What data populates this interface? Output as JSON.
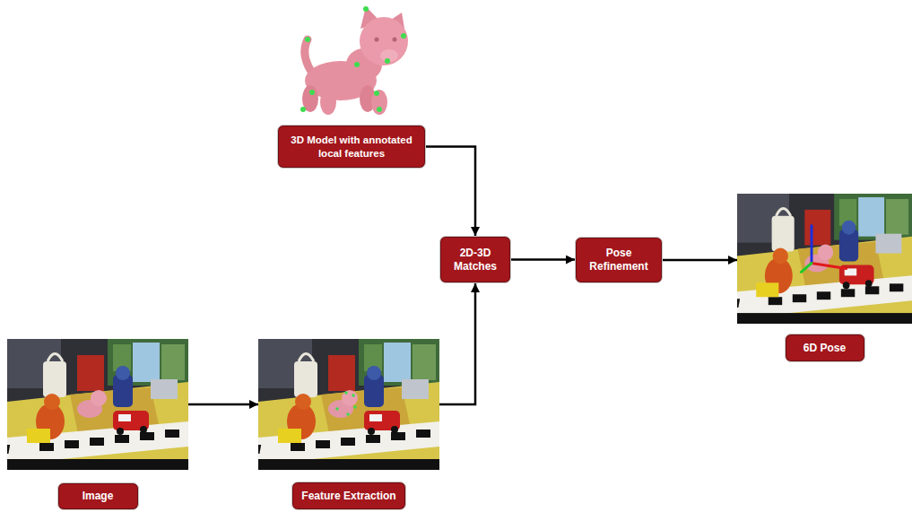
{
  "diagram": {
    "nodes": [
      {
        "text": [
          "3D Model with annotated local features"
        ]
      },
      {
        "text": [
          "2D-3D Matches"
        ]
      },
      {
        "text": [
          "Pose Refinement"
        ]
      },
      {
        "text": [
          "6D Pose"
        ]
      },
      {
        "text": [
          "Image"
        ]
      },
      {
        "text": [
          "Feature Extraction"
        ]
      }
    ],
    "edges": [
      {
        "from": 0,
        "to": 1,
        "arrow": "to"
      },
      {
        "from": 4,
        "to": 5,
        "arrow": "to"
      },
      {
        "from": 5,
        "to": 1,
        "arrow": "to"
      },
      {
        "from": 1,
        "to": 2,
        "arrow": "to"
      },
      {
        "from": 2,
        "to": 3,
        "arrow": "to"
      }
    ]
  }
}
